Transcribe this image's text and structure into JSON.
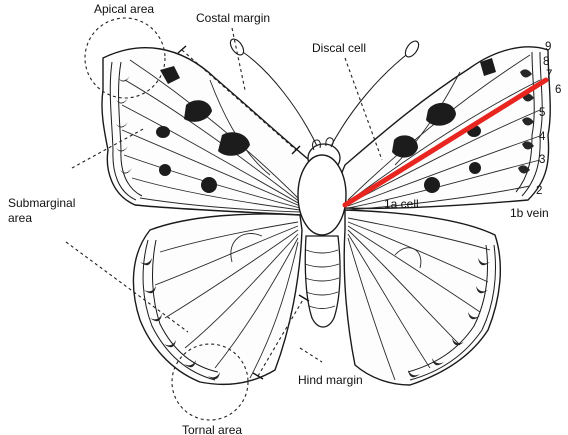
{
  "labels": {
    "apical_area": "Apical area",
    "costal_margin": "Costal margin",
    "discal_cell": "Discal cell",
    "submarginal_area_line1": "Submarginal",
    "submarginal_area_line2": "area",
    "cell_1a": "1a cell",
    "vein_1b": "1b vein",
    "hind_margin": "Hind margin",
    "tornal_area": "Tornal area"
  },
  "vein_numbers": [
    "9",
    "8",
    "7",
    "6",
    "5",
    "4",
    "3",
    "2"
  ],
  "colors": {
    "outline": "#1a1a1a",
    "highlight": "#e8261f",
    "spots": "#1c1c1c"
  }
}
